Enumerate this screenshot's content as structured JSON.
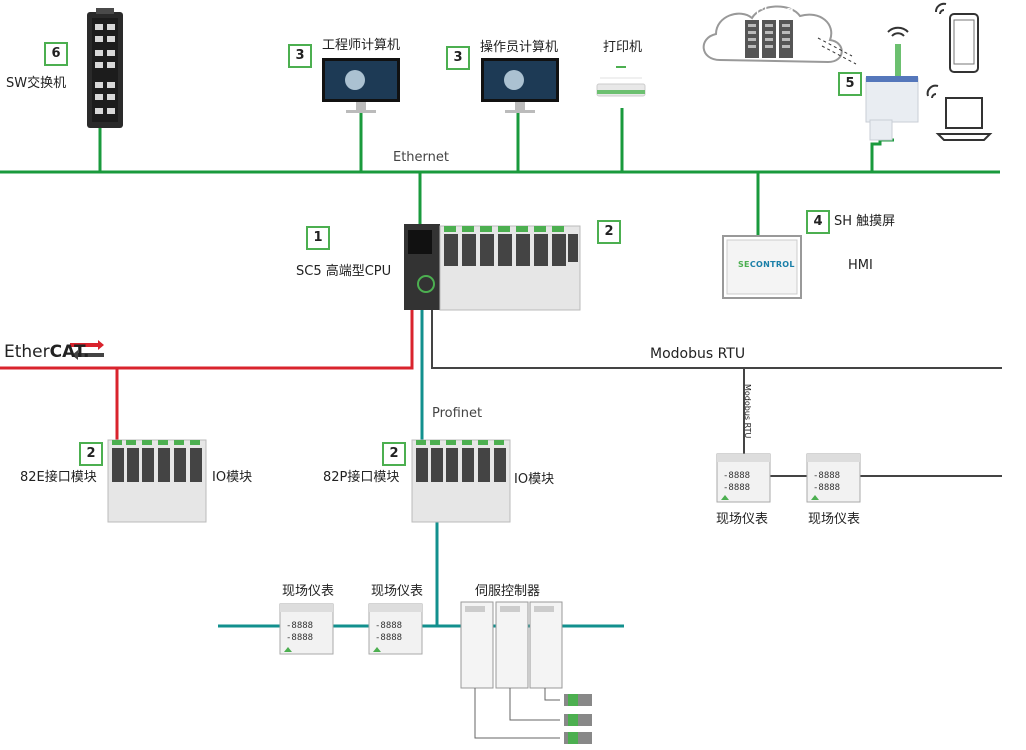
{
  "labels": {
    "sw_switch": "SW交换机",
    "eng_pc": "工程师计算机",
    "op_pc": "操作员计算机",
    "printer": "打印机",
    "cloud": "cloud",
    "ethernet": "Ethernet",
    "touchscreen": "SH 触摸屏",
    "hmi": "HMI",
    "cpu": "SC5 高端型CPU",
    "ethercat_prefix": "Ether",
    "ethercat_suffix": "CAT.",
    "modbus_rtu": "Modobus RTU",
    "modbus_rtu_vertical": "Modobus RTU",
    "profinet": "Profinet",
    "if82e": "82E接口模块",
    "if82p": "82P接口模块",
    "io_module_a": "IO模块",
    "io_module_b": "IO模块",
    "field_meter_1": "现场仪表",
    "field_meter_2": "现场仪表",
    "field_meter_3": "现场仪表",
    "field_meter_4": "现场仪表",
    "servo": "伺服控制器",
    "brand_prefix": "SE",
    "brand_suffix": "CONTROL"
  },
  "badges": {
    "sw_switch": "6",
    "eng_pc": "3",
    "op_pc": "3",
    "gateway": "5",
    "touchscreen": "4",
    "cpu": "1",
    "rack": "2",
    "if82e": "2",
    "if82p": "2"
  },
  "colors": {
    "ethernet": "#1a9a3c",
    "ethercat": "#d9232d",
    "profinet": "#12908e",
    "modbus": "#444444",
    "badge_border": "#4caf50"
  }
}
